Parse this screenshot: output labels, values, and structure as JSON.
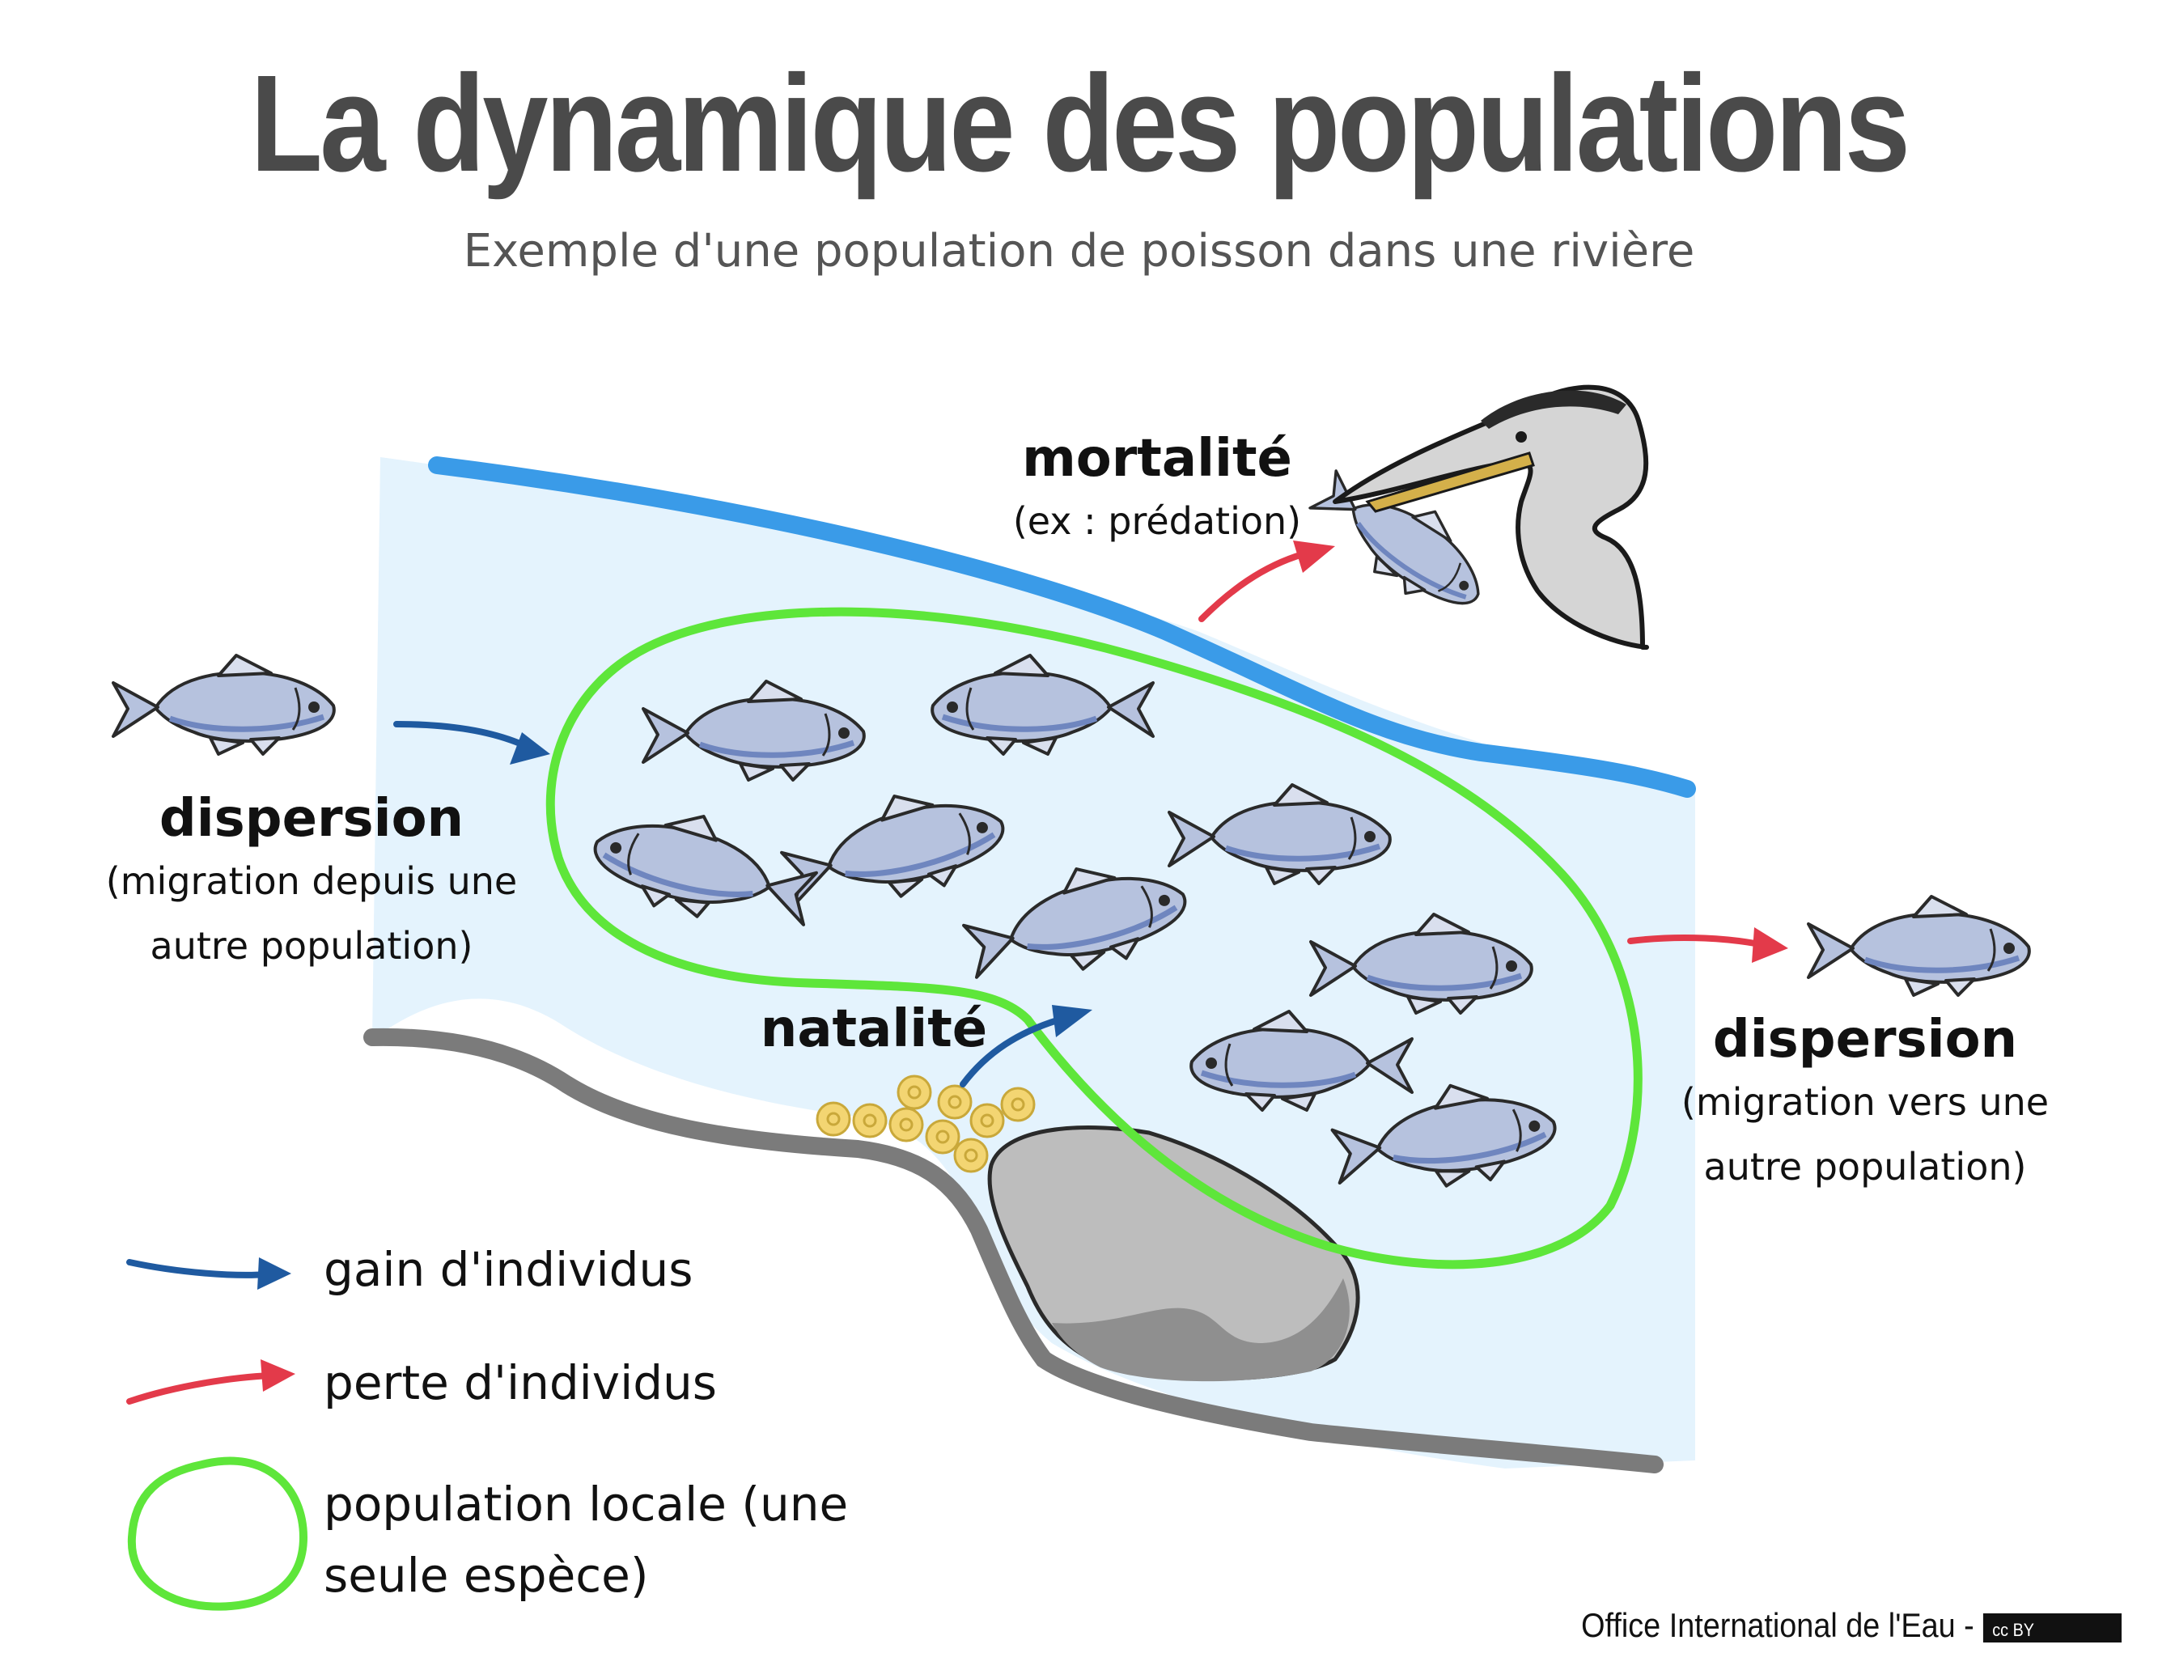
{
  "title": "La dynamique des populations",
  "subtitle": "Exemple d'une population de poisson dans une rivière",
  "labels": {
    "dispersion_in_title": "dispersion",
    "dispersion_in_desc_1": "(migration depuis une",
    "dispersion_in_desc_2": "autre population)",
    "mortality_title": "mortalité",
    "mortality_desc": "(ex : prédation)",
    "natality_title": "natalité",
    "dispersion_out_title": "dispersion",
    "dispersion_out_desc_1": "(migration vers une",
    "dispersion_out_desc_2": "autre population)"
  },
  "legend": {
    "gain": "gain d'individus",
    "loss": "perte d'individus",
    "population_1": "population locale (une",
    "population_2": "seule espèce)"
  },
  "footer": {
    "text": "Office International de l'Eau -",
    "license": "cc BY"
  },
  "colors": {
    "water": "#e4f3fd",
    "bank_top": "#3a9be8",
    "bank_bottom": "#7b7b7b",
    "gain_arrow": "#1f5aa0",
    "loss_arrow": "#e33a4a",
    "population_outline": "#5ee63a",
    "fish_body": "#b6c2de",
    "egg": "#f3d572",
    "rock": "#bdbdbd",
    "heron": "#d5d5d5"
  }
}
